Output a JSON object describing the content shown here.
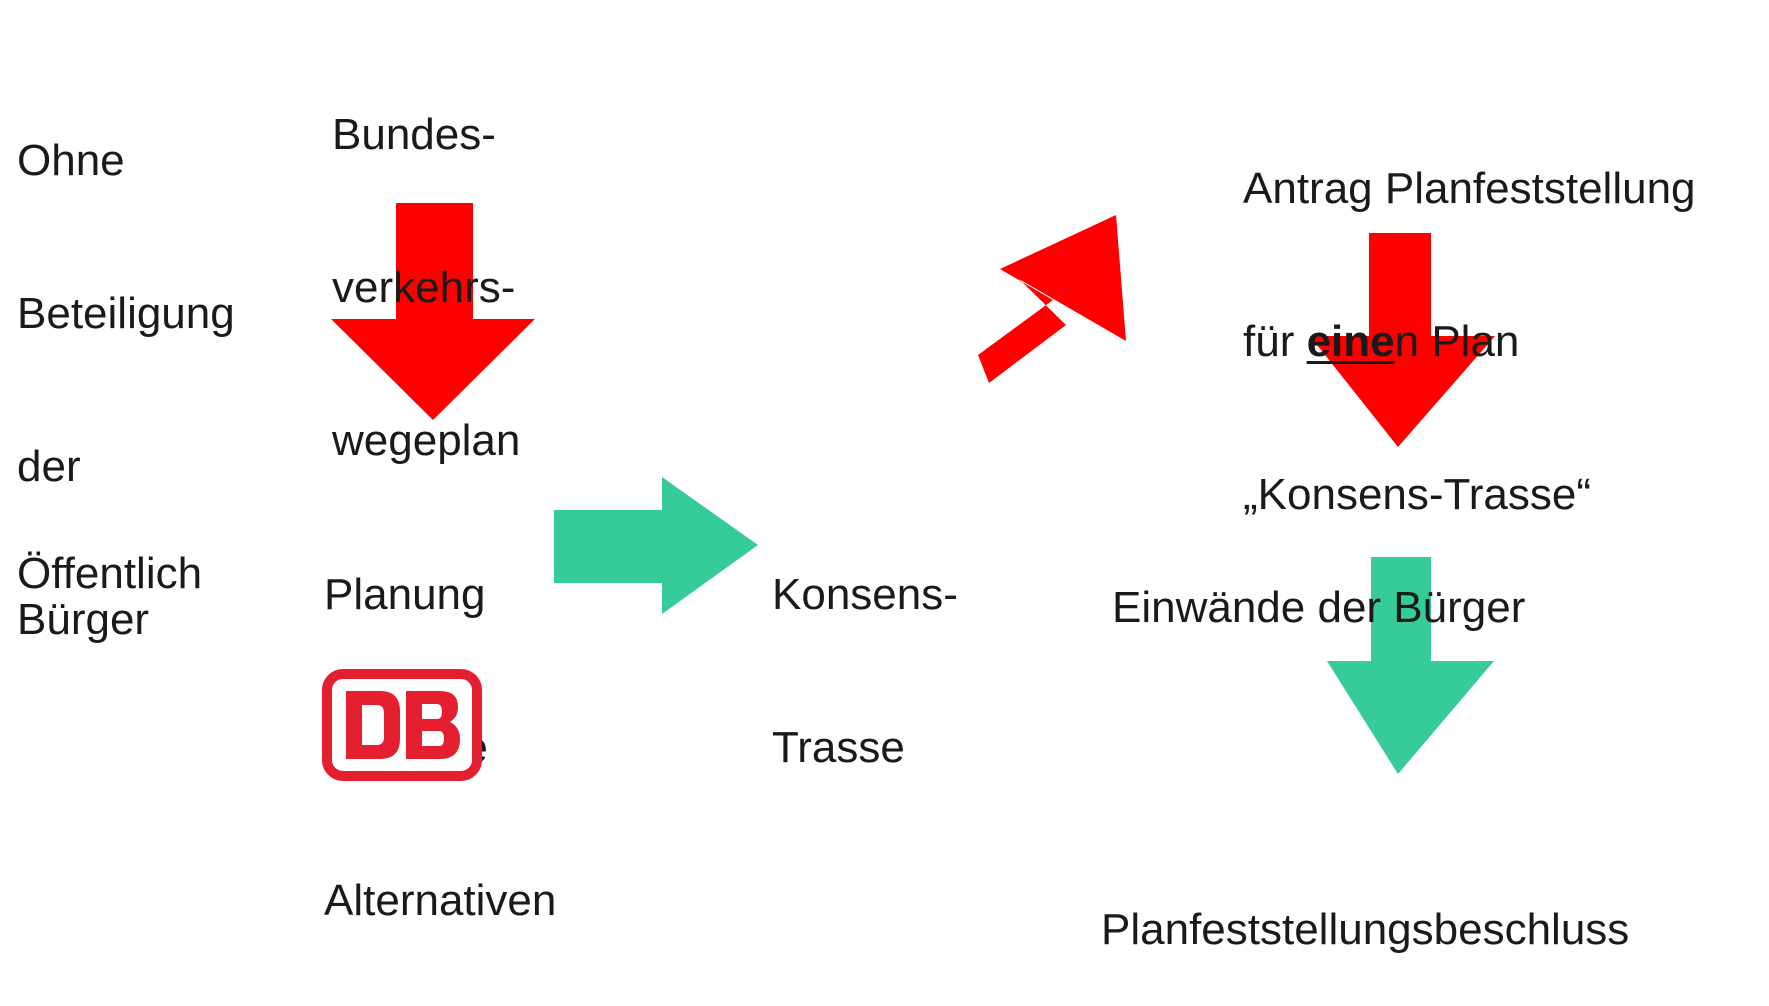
{
  "colors": {
    "red_arrow": "#ff0000",
    "green_arrow": "#36cc99",
    "text": "#1a1a1a",
    "db_red": "#e41f2f"
  },
  "row_labels": {
    "ohne": [
      "Ohne",
      "Beteiligung",
      "der",
      "Bürger"
    ],
    "oeffentlich": "Öffentlich"
  },
  "nodes": {
    "bvwp": [
      "Bundes-",
      "verkehrs-",
      "wegeplan"
    ],
    "planung": [
      "Planung",
      "mehrere",
      "Alternativen"
    ],
    "konsens": [
      "Konsens-",
      "Trasse"
    ],
    "antrag": {
      "line1": "Antrag Planfeststellung",
      "line2_prefix": "für ",
      "line2_emph": "eine",
      "line2_suffix": "n Plan",
      "line3": "„Konsens-Trasse“"
    },
    "einwaende": "Einwände der Bürger",
    "beschluss": "Planfeststellungsbeschluss"
  },
  "logo": {
    "text": "DB",
    "icon": "db-logo-icon"
  }
}
